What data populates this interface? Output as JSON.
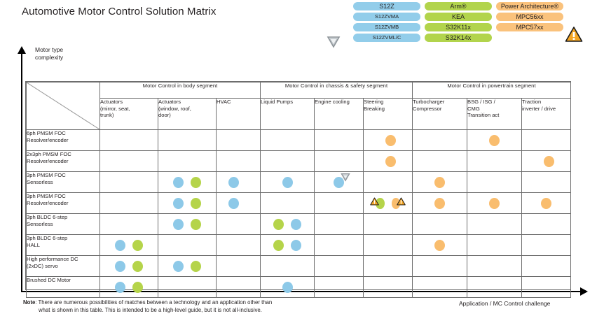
{
  "title": "Automotive Motor Control Solution Matrix",
  "legend": {
    "columns": [
      {
        "name": "s12z-family",
        "color": "#92cdea",
        "items": [
          "S12Z",
          "S12ZVMA",
          "S12ZVMB",
          "S12ZVML/C"
        ]
      },
      {
        "name": "arm-family",
        "color": "#b2d44c",
        "items": [
          "Arm®",
          "KEA",
          "S32K11x",
          "S32K14x"
        ]
      },
      {
        "name": "power-architecture-family",
        "color": "#fac27c",
        "items": [
          "Power Architecture®",
          "MPC56xx",
          "MPC57xx"
        ]
      }
    ],
    "shield_icon": "shield-icon",
    "warning_icon": "warning-icon"
  },
  "axes": {
    "y_label_line1": "Motor type",
    "y_label_line2": "complexity",
    "x_label": "Application / MC Control challenge"
  },
  "matrix": {
    "segments": [
      {
        "label": "Motor Control in body segment",
        "span": 3
      },
      {
        "label": "Motor Control in chassis & safety segment",
        "span": 3
      },
      {
        "label": "Motor Control in powertrain segment",
        "span": 3
      }
    ],
    "columns": [
      "Actuators (mirror, seat, trunk)",
      "Actuators (window, roof, door)",
      "HVAC",
      "Liquid Pumps",
      "Engine cooling",
      "Steering Breaking",
      "Turbocharger Compressor",
      "BSG / ISG / CMG Transition act",
      "Traction inverter / drive"
    ],
    "column_lines": [
      [
        "Actuators",
        "(mirror, seat,",
        "trunk)"
      ],
      [
        "Actuators",
        "(window, roof,",
        "door)"
      ],
      [
        "HVAC"
      ],
      [
        "Liquid Pumps"
      ],
      [
        "Engine cooling"
      ],
      [
        "Steering",
        "Breaking"
      ],
      [
        "Turbocharger",
        "Compressor"
      ],
      [
        "BSG / ISG /",
        "CMG",
        "Transition act"
      ],
      [
        "Traction",
        "inverter / drive"
      ]
    ],
    "rows": [
      {
        "label_lines": [
          "6ph PMSM FOC",
          "Resolver/encoder"
        ],
        "cells": [
          [],
          [],
          [],
          [],
          [],
          [
            {
              "color": "orange"
            }
          ],
          [],
          [
            {
              "color": "orange"
            }
          ],
          []
        ],
        "align": [
          "center",
          "center",
          "center",
          "center",
          "center",
          "right",
          "center",
          "center",
          "center"
        ]
      },
      {
        "label_lines": [
          "2x3ph PMSM FOC",
          "Resolver/encoder"
        ],
        "cells": [
          [],
          [],
          [],
          [],
          [],
          [
            {
              "color": "orange"
            }
          ],
          [],
          [],
          [
            {
              "color": "orange"
            }
          ]
        ],
        "align": [
          "center",
          "center",
          "center",
          "center",
          "center",
          "right",
          "center",
          "center",
          "right"
        ]
      },
      {
        "label_lines": [
          "3ph PMSM FOC",
          "Sensorless"
        ],
        "cells": [
          [],
          [
            {
              "color": "blue"
            },
            {
              "color": "green"
            }
          ],
          [
            {
              "color": "blue"
            }
          ],
          [
            {
              "color": "blue"
            }
          ],
          [
            {
              "color": "blue",
              "shield": true
            }
          ],
          [],
          [
            {
              "color": "orange"
            }
          ],
          [],
          []
        ],
        "align": [
          "center",
          "center",
          "left",
          "center",
          "center",
          "center",
          "center",
          "center",
          "center"
        ]
      },
      {
        "label_lines": [
          "3ph PMSM FOC",
          "Resolver/encoder"
        ],
        "cells": [
          [],
          [
            {
              "color": "blue"
            },
            {
              "color": "green"
            }
          ],
          [
            {
              "color": "blue"
            }
          ],
          [],
          [],
          [
            {
              "color": "green",
              "warn": "left"
            },
            {
              "color": "orange",
              "warn": "right"
            }
          ],
          [
            {
              "color": "orange"
            }
          ],
          [
            {
              "color": "orange"
            }
          ],
          [
            {
              "color": "orange"
            }
          ]
        ],
        "align": [
          "center",
          "center",
          "left",
          "center",
          "center",
          "spread",
          "center",
          "center",
          "center"
        ]
      },
      {
        "label_lines": [
          "3ph BLDC 6-step",
          "Sensorless"
        ],
        "cells": [
          [],
          [
            {
              "color": "blue"
            },
            {
              "color": "green"
            }
          ],
          [],
          [
            {
              "color": "green"
            },
            {
              "color": "blue"
            }
          ],
          [],
          [],
          [],
          [],
          []
        ],
        "align": [
          "center",
          "center",
          "center",
          "center",
          "center",
          "center",
          "center",
          "center",
          "center"
        ]
      },
      {
        "label_lines": [
          "3ph BLDC 6-step",
          "HALL"
        ],
        "cells": [
          [
            {
              "color": "blue"
            },
            {
              "color": "green"
            }
          ],
          [],
          [],
          [
            {
              "color": "green"
            },
            {
              "color": "blue"
            }
          ],
          [],
          [],
          [
            {
              "color": "orange"
            }
          ],
          [],
          []
        ],
        "align": [
          "center",
          "center",
          "center",
          "center",
          "center",
          "center",
          "center",
          "center",
          "center"
        ]
      },
      {
        "label_lines": [
          "High performance DC",
          "(2xDC) servo"
        ],
        "cells": [
          [
            {
              "color": "blue"
            },
            {
              "color": "green"
            }
          ],
          [
            {
              "color": "blue"
            },
            {
              "color": "green"
            }
          ],
          [],
          [],
          [],
          [],
          [],
          [],
          []
        ],
        "align": [
          "center",
          "center",
          "center",
          "center",
          "center",
          "center",
          "center",
          "center",
          "center"
        ]
      },
      {
        "label_lines": [
          "Brushed DC Motor"
        ],
        "cells": [
          [
            {
              "color": "blue"
            },
            {
              "color": "green"
            }
          ],
          [],
          [],
          [
            {
              "color": "blue"
            }
          ],
          [],
          [],
          [],
          [],
          []
        ],
        "align": [
          "center",
          "center",
          "center",
          "center",
          "center",
          "center",
          "center",
          "center",
          "center"
        ]
      }
    ]
  },
  "note": {
    "prefix": "Note",
    "line1": ": There are numerous possibilities of matches between a technology and an application other than",
    "line2": "what is shown in this table. This is intended to be a high-level guide, but it is not all-inclusive."
  },
  "colors": {
    "blue": "#8dc9e8",
    "green": "#b5d44a",
    "orange": "#f9bd6e",
    "grid": "#6d6d6d"
  }
}
